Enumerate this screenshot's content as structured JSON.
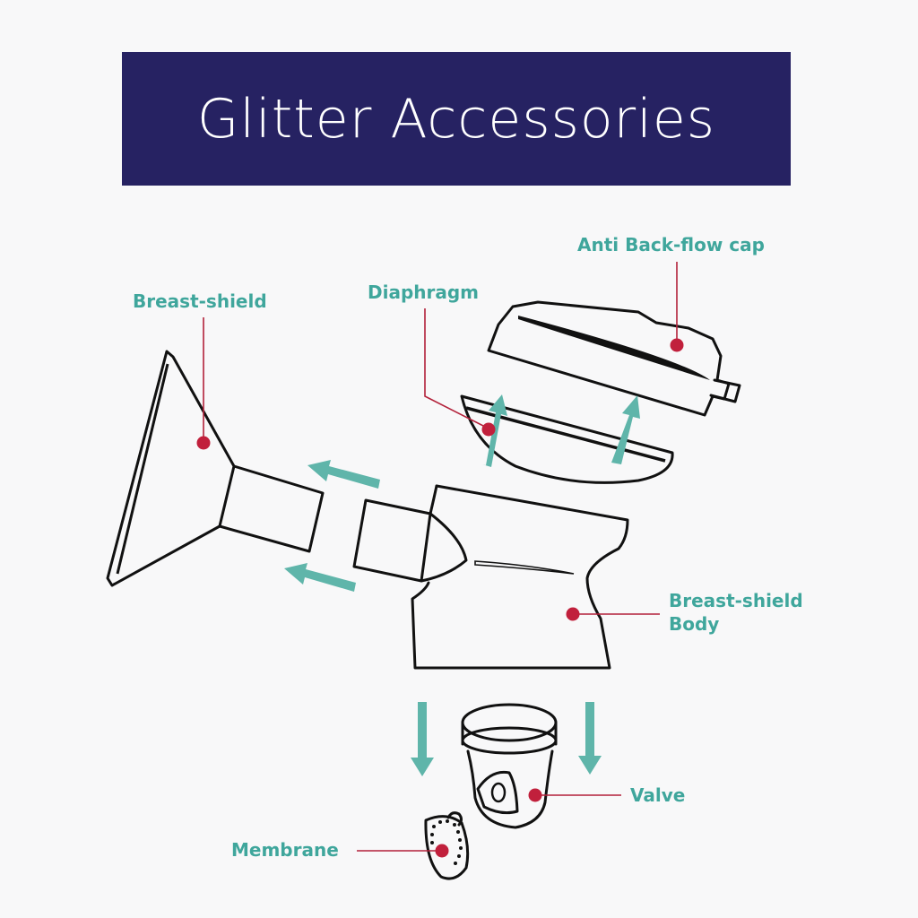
{
  "title": "Glitter Accessories",
  "labels": {
    "anti_backflow_cap": "Anti Back-flow cap",
    "diaphragm": "Diaphragm",
    "breast_shield": "Breast-shield",
    "breast_shield_body_line1": "Breast-shield",
    "breast_shield_body_line2": "Body",
    "valve": "Valve",
    "membrane": "Membrane"
  },
  "colors": {
    "banner": "#262262",
    "callout_text": "#3fa69c",
    "arrow": "#5fb5aa",
    "marker": "#c1203c"
  }
}
